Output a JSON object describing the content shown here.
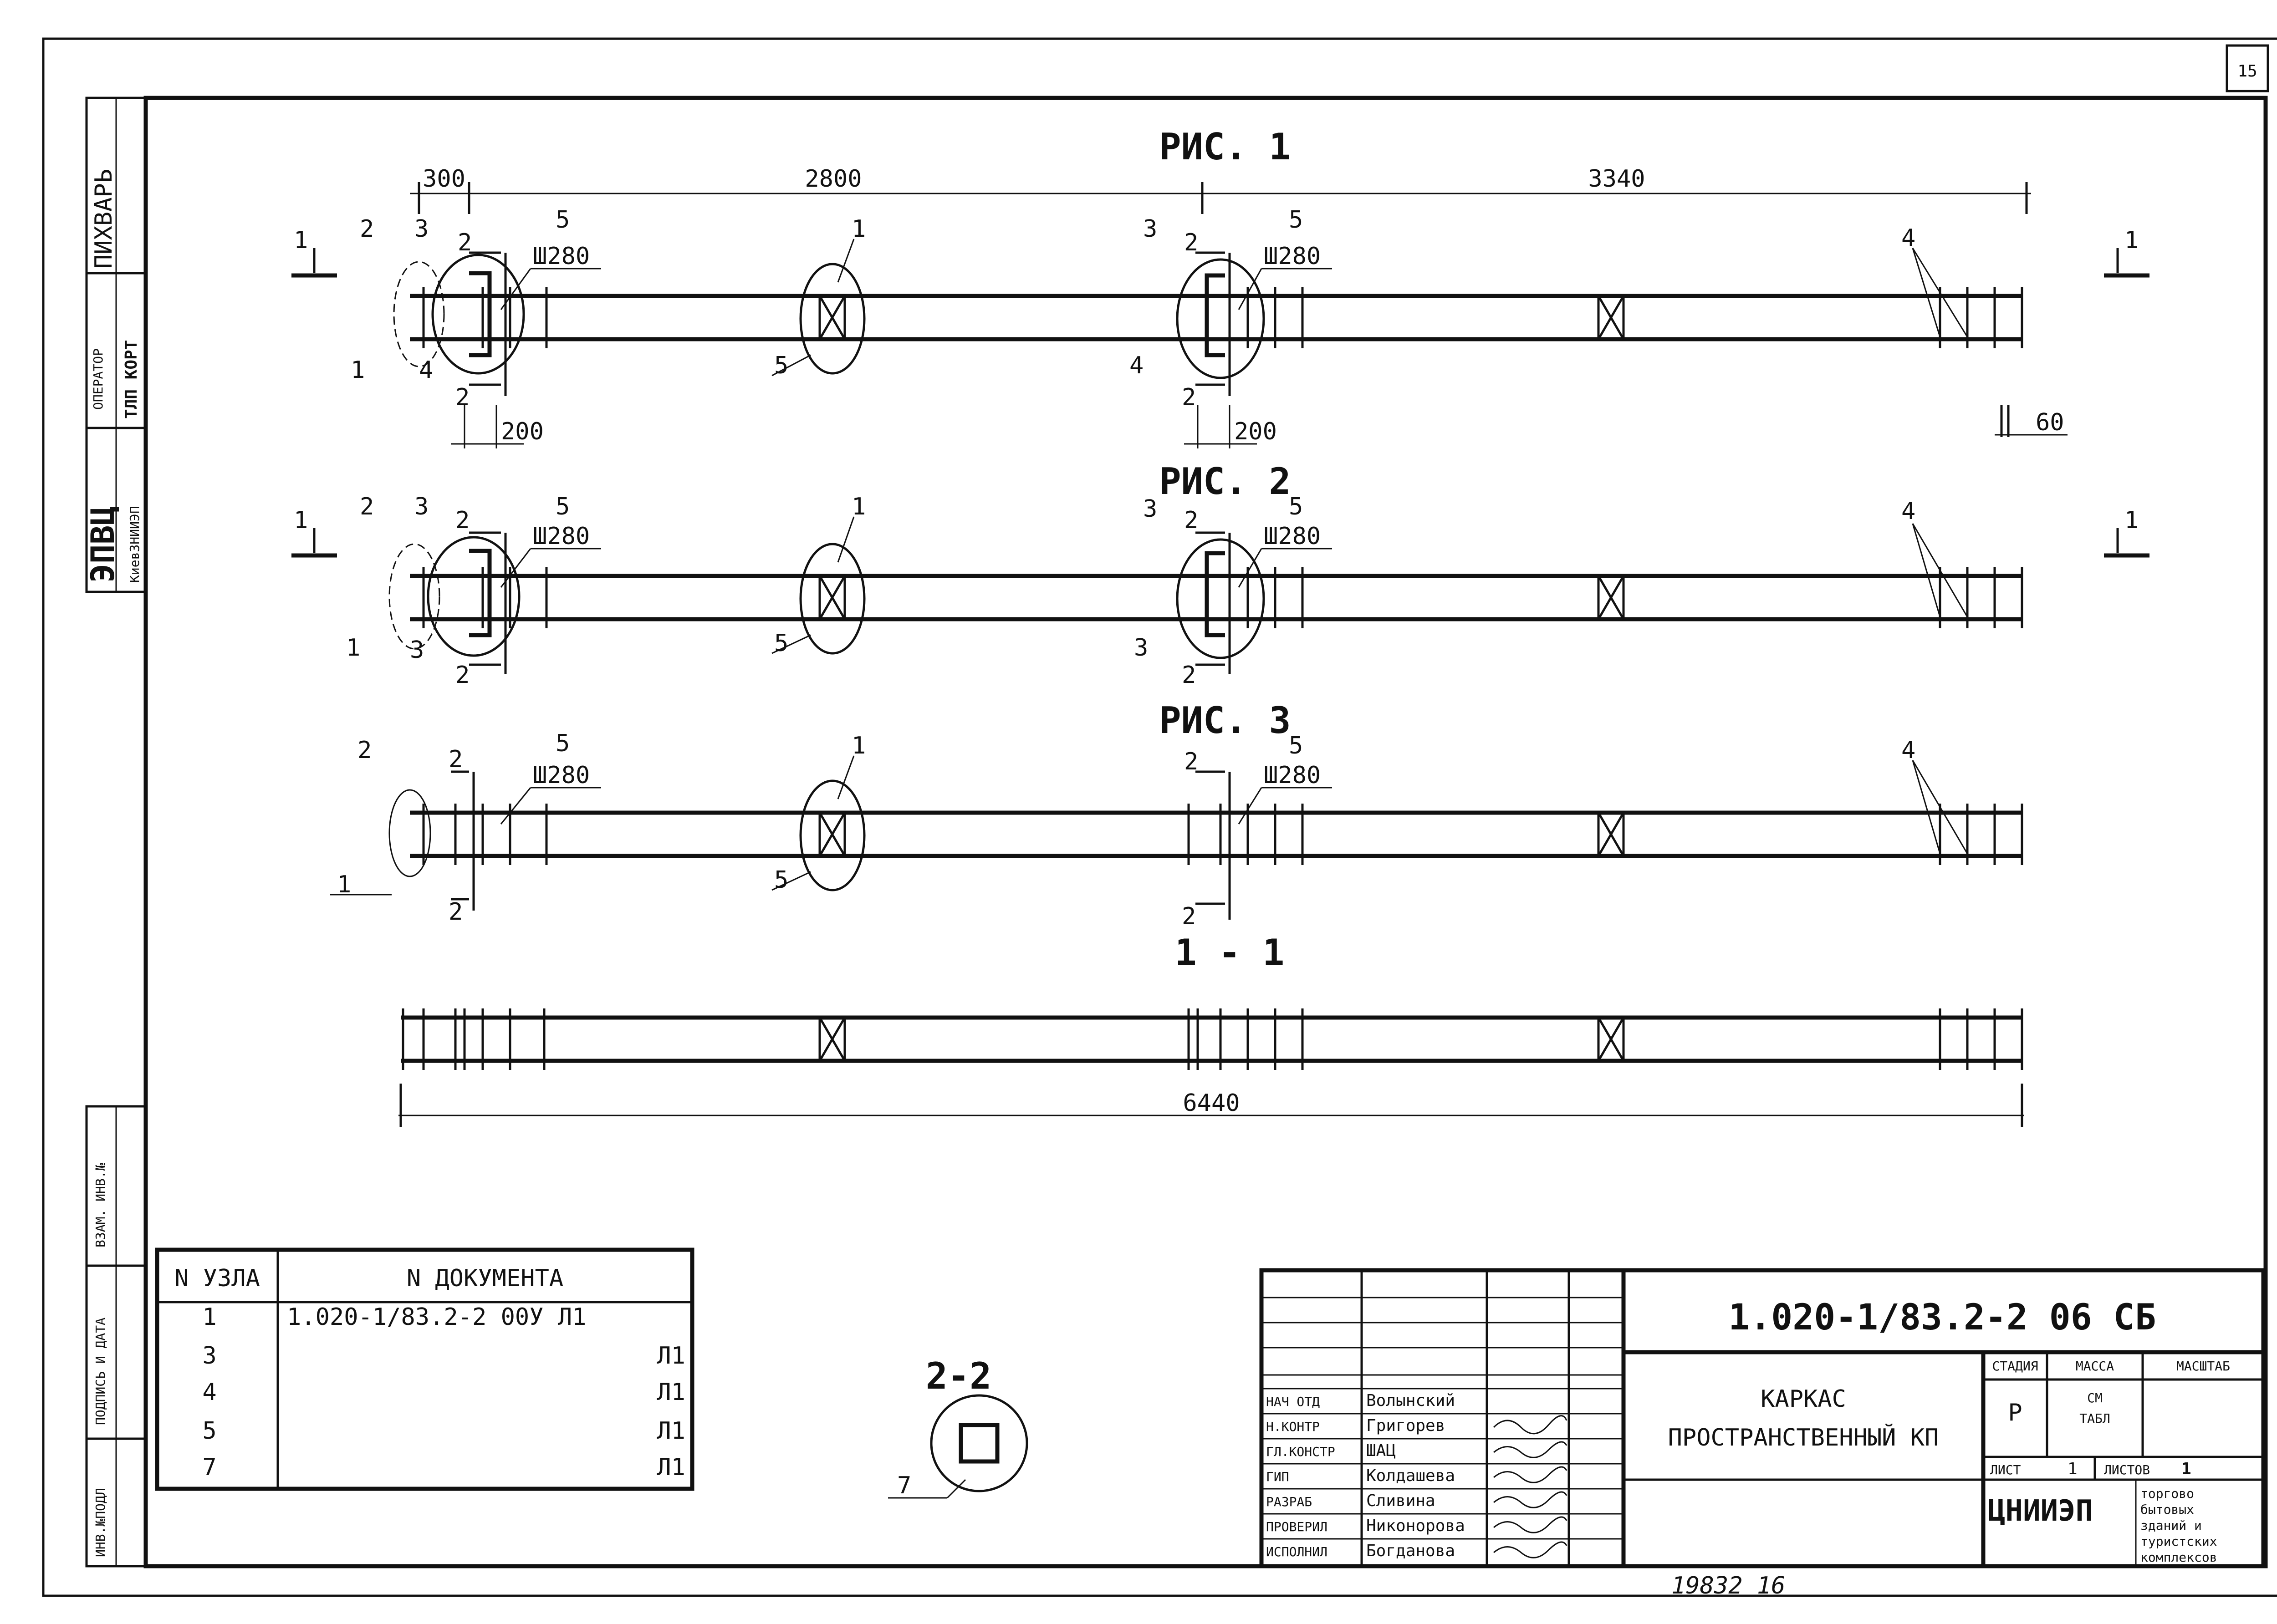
{
  "sheet_number": "15",
  "figures": {
    "fig1_title": "РИС. 1",
    "fig2_title": "РИС. 2",
    "fig3_title": "РИС. 3",
    "section_1_1": "1 - 1",
    "section_2_2": "2-2"
  },
  "dimensions": {
    "d300": "300",
    "d2800": "2800",
    "d3340": "3340",
    "d200": "200",
    "d60": "60",
    "d6440": "6440"
  },
  "callouts": {
    "n1": "1",
    "n2": "2",
    "n3": "3",
    "n4": "4",
    "n5": "5",
    "n7": "7",
    "sh280": "Ш280"
  },
  "left_strip": {
    "archive_label": "ПИХВАРЬ",
    "operator_title": "ОПЕРАТОР",
    "operator_name": "ТЛП КОРТ",
    "org_main": "ЭПВЦ",
    "org_sub": "КиевЗНИИЭП",
    "vzam_inv": "ВЗАМ. ИНВ.№",
    "podpis_data": "ПОДПИСЬ И ДАТА",
    "inv_podl": "ИНВ.№ПОДЛ"
  },
  "nodes_table": {
    "header_node": "N УЗЛА",
    "header_doc": "N ДОКУМЕНТА",
    "rows": [
      {
        "node": "1",
        "doc": "1.020-1/83.2-2 00У Л1"
      },
      {
        "node": "3",
        "doc": "Л1"
      },
      {
        "node": "4",
        "doc": "Л1"
      },
      {
        "node": "5",
        "doc": "Л1"
      },
      {
        "node": "7",
        "doc": "Л1"
      }
    ]
  },
  "title_block": {
    "doc_code": "1.020-1/83.2-2 06 СБ",
    "title_line1": "КАРКАС",
    "title_line2": "ПРОСТРАНСТВЕННЫЙ КП",
    "stage_label": "СТАДИЯ",
    "mass_label": "МАССА",
    "scale_label": "МАСШТАБ",
    "stage_value": "Р",
    "mass_value_1": "СМ",
    "mass_value_2": "ТАБЛ",
    "sheet_label": "ЛИСТ",
    "sheet_value": "1",
    "sheets_label": "ЛИСТОВ",
    "sheets_value": "1",
    "org": "ЦНИИЭП",
    "org_desc": [
      "торгово",
      "бытовых",
      "зданий и",
      "туристских",
      "комплексов"
    ],
    "signatures": [
      {
        "role": "НАЧ ОТД",
        "name": "Волынский"
      },
      {
        "role": "Н.КОНТР",
        "name": "Григорев"
      },
      {
        "role": "ГЛ.КОНСТР",
        "name": "ШАЦ"
      },
      {
        "role": "ГИП",
        "name": "Колдашева"
      },
      {
        "role": "РАЗРАБ",
        "name": "Сливина"
      },
      {
        "role": "ПРОВЕРИЛ",
        "name": "Никонорова"
      },
      {
        "role": "ИСПОЛНИЛ",
        "name": "Богданова"
      }
    ]
  },
  "footer_number": "19832 16"
}
